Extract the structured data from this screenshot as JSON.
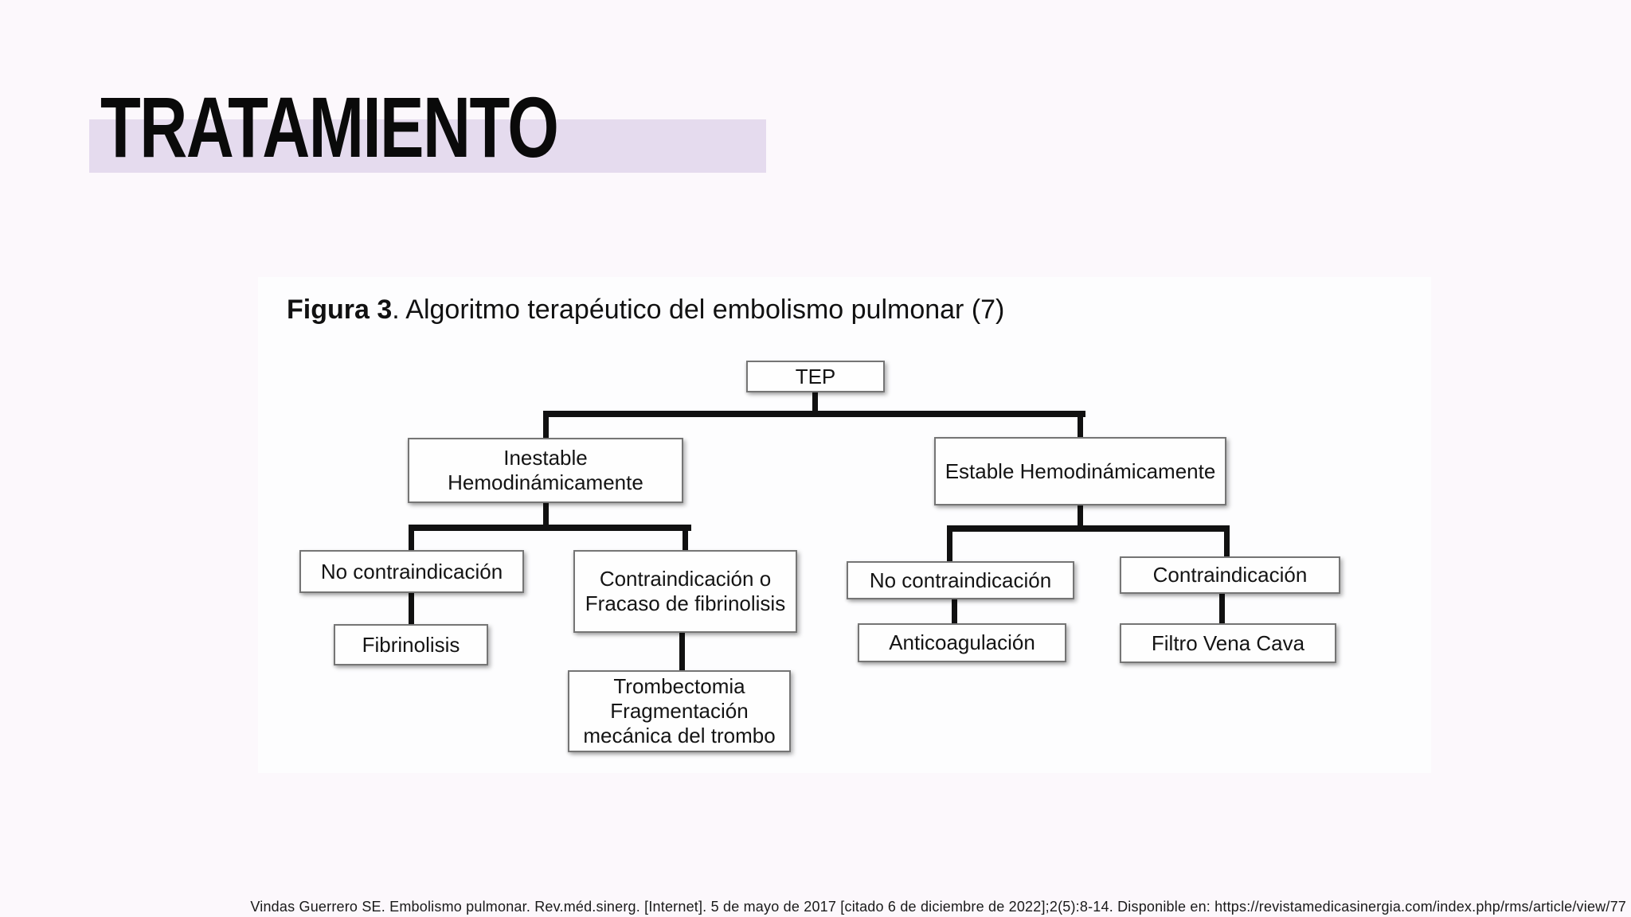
{
  "slide": {
    "title": "TRATAMIENTO",
    "background_color": "#fcf8fc",
    "accent_color": "#e5dbee",
    "citation": "Vindas Guerrero SE. Embolismo pulmonar. Rev.méd.sinerg. [Internet]. 5 de mayo de 2017 [citado 6 de diciembre de 2022];2(5):8-14. Disponible en: https://revistamedicasinergia.com/index.php/rms/article/view/77"
  },
  "figure": {
    "caption_label": "Figura 3",
    "caption_rest": ". Algoritmo terapéutico del embolismo pulmonar (7)"
  },
  "flowchart": {
    "nodes": [
      {
        "id": "tep",
        "label": "TEP"
      },
      {
        "id": "inestable",
        "label": "Inestable\nHemodinámicamente"
      },
      {
        "id": "estable",
        "label": "Estable Hemodinámicamente"
      },
      {
        "id": "no-contraindicacion-inestable",
        "label": "No contraindicación"
      },
      {
        "id": "contraindicacion-o-fracaso",
        "label": "Contraindicación o\nFracaso de fibrinolisis"
      },
      {
        "id": "fibrinolisis",
        "label": "Fibrinolisis"
      },
      {
        "id": "trombectomia",
        "label": "Trombectomia\nFragmentación\nmecánica del trombo"
      },
      {
        "id": "no-contraindicacion-estable",
        "label": "No contraindicación"
      },
      {
        "id": "anticoagulacion",
        "label": "Anticoagulación"
      },
      {
        "id": "contraindicacion-estable",
        "label": "Contraindicación"
      },
      {
        "id": "filtro-vena-cava",
        "label": "Filtro Vena Cava"
      }
    ],
    "edges": [
      [
        "tep",
        "inestable"
      ],
      [
        "tep",
        "estable"
      ],
      [
        "inestable",
        "no-contraindicacion-inestable"
      ],
      [
        "inestable",
        "contraindicacion-o-fracaso"
      ],
      [
        "no-contraindicacion-inestable",
        "fibrinolisis"
      ],
      [
        "contraindicacion-o-fracaso",
        "trombectomia"
      ],
      [
        "estable",
        "no-contraindicacion-estable"
      ],
      [
        "estable",
        "contraindicacion-estable"
      ],
      [
        "no-contraindicacion-estable",
        "anticoagulacion"
      ],
      [
        "contraindicacion-estable",
        "filtro-vena-cava"
      ]
    ]
  }
}
